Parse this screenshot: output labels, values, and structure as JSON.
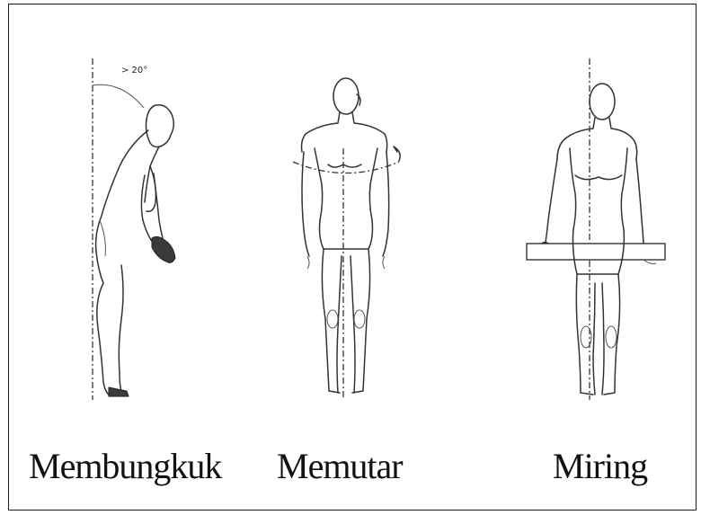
{
  "figures": [
    {
      "name": "Membungkuk",
      "annotation": "> 20°"
    },
    {
      "name": "Memutar"
    },
    {
      "name": "Miring"
    }
  ]
}
